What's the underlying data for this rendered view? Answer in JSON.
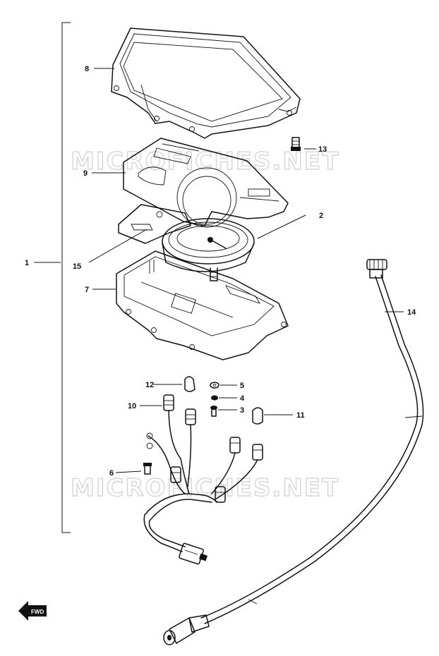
{
  "watermarks": [
    "MICROFICHES.NET",
    "MICROFICHES.NET"
  ],
  "callouts": {
    "c1": "1",
    "c2": "2",
    "c3": "3",
    "c4": "4",
    "c5": "5",
    "c6": "6",
    "c7": "7",
    "c8": "8",
    "c9": "9",
    "c10": "10",
    "c11": "11",
    "c12": "12",
    "c13": "13",
    "c14": "14",
    "c15": "15"
  },
  "fwd_label": "FWD"
}
